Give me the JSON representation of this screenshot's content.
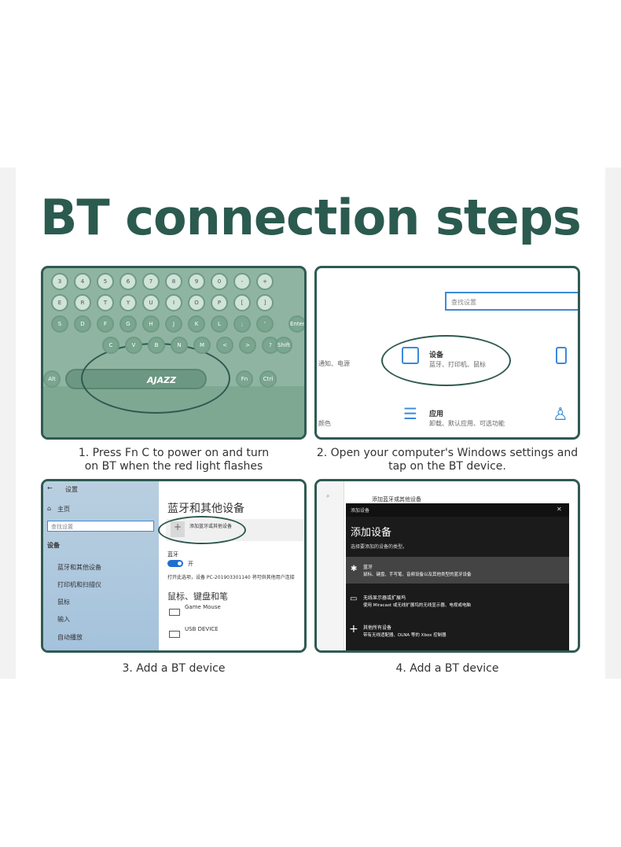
{
  "title": "BT connection steps",
  "steps": [
    {
      "caption_line1": "1. Press Fn C to power on and turn",
      "caption_line2": "on BT when the red light flashes"
    },
    {
      "caption_line1": "2. Open your computer's Windows settings and",
      "caption_line2": "tap on the BT device."
    },
    {
      "caption": "3. Add a BT device"
    },
    {
      "caption": "4. Add a BT device"
    }
  ],
  "keyboard": {
    "brand": "AJAZZ",
    "keys_row1": [
      "3",
      "4",
      "5",
      "6",
      "7",
      "8",
      "9",
      "0",
      "-",
      "+"
    ],
    "keys_row2": [
      "E",
      "R",
      "T",
      "Y",
      "U",
      "I",
      "O",
      "P",
      "[",
      "]"
    ],
    "keys_row3": [
      "S",
      "D",
      "F",
      "G",
      "H",
      "J",
      "K",
      "L",
      ";",
      "'"
    ],
    "keys_row4": [
      "C",
      "V",
      "B",
      "N",
      "M",
      "<",
      ">",
      "?"
    ],
    "fn": "Fn",
    "alt": "Alt",
    "ctrl": "Ctrl",
    "shift": "Shift",
    "enter": "Enter"
  },
  "settings": {
    "search_placeholder": "查找设置",
    "devices_title": "设备",
    "devices_sub": "蓝牙、打印机、鼠标",
    "apps_title": "应用",
    "apps_sub": "卸载、默认应用、可选功能",
    "left1": "通知、电源",
    "left2": "颜色"
  },
  "bt_settings": {
    "back": "设置",
    "home": "主页",
    "search_placeholder": "查找设置",
    "section": "设备",
    "nav": [
      "蓝牙和其他设备",
      "打印机和扫描仪",
      "鼠标",
      "输入",
      "自动播放"
    ],
    "heading": "蓝牙和其他设备",
    "add_label": "添加蓝牙或其他设备",
    "bt_label": "蓝牙",
    "toggle_label": "开",
    "discover_text": "打开此选项，设备 PC-201903301140 将可供其他用户连接",
    "mice_heading": "鼠标、键盘和笔",
    "devices": [
      "Game Mouse",
      "USB DEVICE"
    ]
  },
  "add_device": {
    "bg_add_label": "添加蓝牙或其他设备",
    "window_title": "添加设备",
    "close": "✕",
    "heading": "添加设备",
    "subtitle": "选择要添加的设备的类型。",
    "options": [
      {
        "title": "蓝牙",
        "desc": "鼠标、键盘、手写笔、音频设备以及其他类型的蓝牙设备"
      },
      {
        "title": "无线显示器或扩展坞",
        "desc": "使用 Miracast 或无线扩展坞的无线显示器、电视或电脑"
      },
      {
        "title": "其他所有设备",
        "desc": "带有无线适配器、DLNA 等的 Xbox 控制器"
      }
    ]
  }
}
